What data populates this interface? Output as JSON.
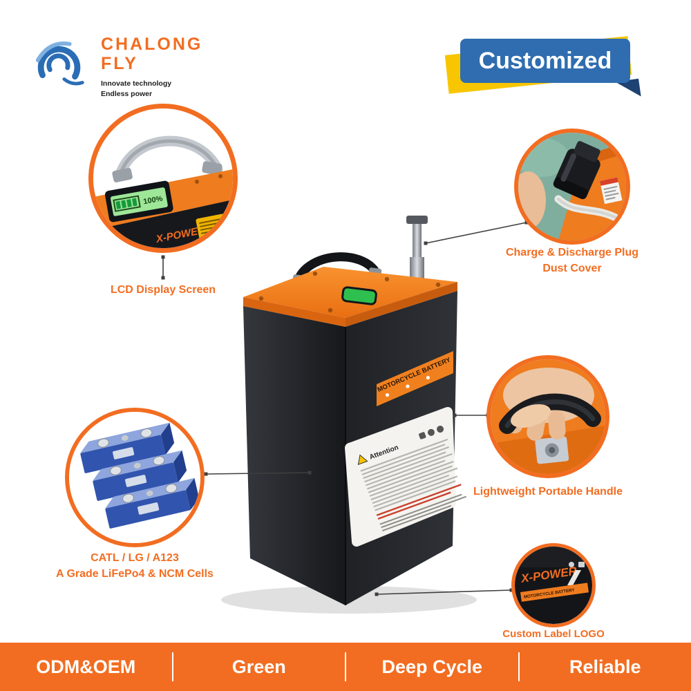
{
  "logo": {
    "brand_line1": "CHALONG",
    "brand_line2": "FLY",
    "tagline1": "Innovate technology",
    "tagline2": "Endless power"
  },
  "badge": {
    "label": "Customized"
  },
  "battery": {
    "brand": "X-POWER",
    "band_text": "MOTORCYCLE BATTERY",
    "attention_title": "Attention",
    "lcd_percent": "100%"
  },
  "callouts": {
    "lcd": {
      "label": "LCD Display Screen"
    },
    "plug": {
      "label_line1": "Charge & Discharge Plug",
      "label_line2": "Dust Cover"
    },
    "handle": {
      "label": "Lightweight Portable Handle"
    },
    "cells": {
      "label_line1": "CATL / LG / A123",
      "label_line2": "A Grade LiFePo4 & NCM Cells"
    },
    "custom_label": {
      "label": "Custom Label LOGO",
      "brand": "X-POWER",
      "band": "MOTORCYCLE BATTERY"
    }
  },
  "footer": {
    "items": [
      "ODM&OEM",
      "Green",
      "Deep Cycle",
      "Reliable"
    ]
  },
  "colors": {
    "orange": "#f26d21",
    "blue": "#2f6db0",
    "yellow": "#f7c600"
  }
}
